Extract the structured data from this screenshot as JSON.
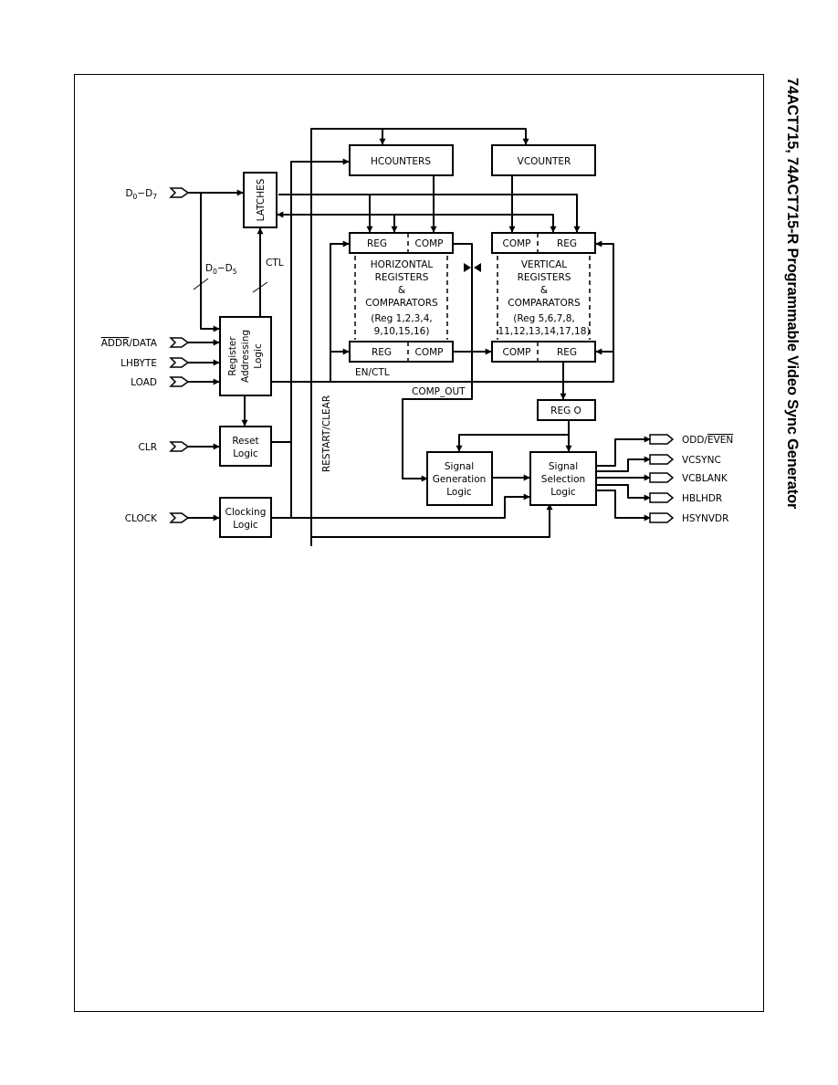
{
  "page": {
    "side_title": "74ACT715, 74ACT715-R  Programmable Video Sync Generator"
  },
  "inputs": {
    "d0_d7": {
      "main": "D",
      "sub1": "0",
      "dash": "−D",
      "sub2": "7"
    },
    "addr_data": {
      "overbar": "ADDR",
      "rest": "/DATA"
    },
    "lhbyte": "LHBYTE",
    "load": "LOAD",
    "clr": "CLR",
    "clock": "CLOCK"
  },
  "blocks": {
    "latches": "LATCHES",
    "register_addressing": [
      "Register",
      "Addressing",
      "Logic"
    ],
    "reset_logic": [
      "Reset",
      "Logic"
    ],
    "clocking_logic": [
      "Clocking",
      "Logic"
    ],
    "hcounters": "HCOUNTERS",
    "vcounter": "VCOUNTER",
    "reg_o": "REG O",
    "signal_generation": [
      "Signal",
      "Generation",
      "Logic"
    ],
    "signal_selection": [
      "Signal",
      "Selection",
      "Logic"
    ]
  },
  "horizontal": {
    "reg": "REG",
    "comp": "COMP",
    "text": [
      "HORIZONTAL",
      "REGISTERS",
      "&",
      "COMPARATORS",
      "(Reg 1,2,3,4,",
      "9,10,15,16)"
    ]
  },
  "vertical": {
    "reg": "REG",
    "comp": "COMP",
    "text": [
      "VERTICAL",
      "REGISTERS",
      "&",
      "COMPARATORS",
      "(Reg 5,6,7,8,",
      "11,12,13,14,17,18)"
    ]
  },
  "labels": {
    "d0_d5": {
      "main": "D",
      "sub1": "0",
      "dash": "−D",
      "sub2": "5"
    },
    "ctl": "CTL",
    "en_ctl": "EN/CTL",
    "comp_out": "COMP_OUT",
    "restart_clear": "RESTART/CLEAR"
  },
  "outputs": {
    "odd_even": {
      "pre": "ODD/",
      "overbar": "EVEN"
    },
    "vcsync": "VCSYNC",
    "vcblank": "VCBLANK",
    "hblhdr": "HBLHDR",
    "hsynvdr": "HSYNVDR"
  }
}
